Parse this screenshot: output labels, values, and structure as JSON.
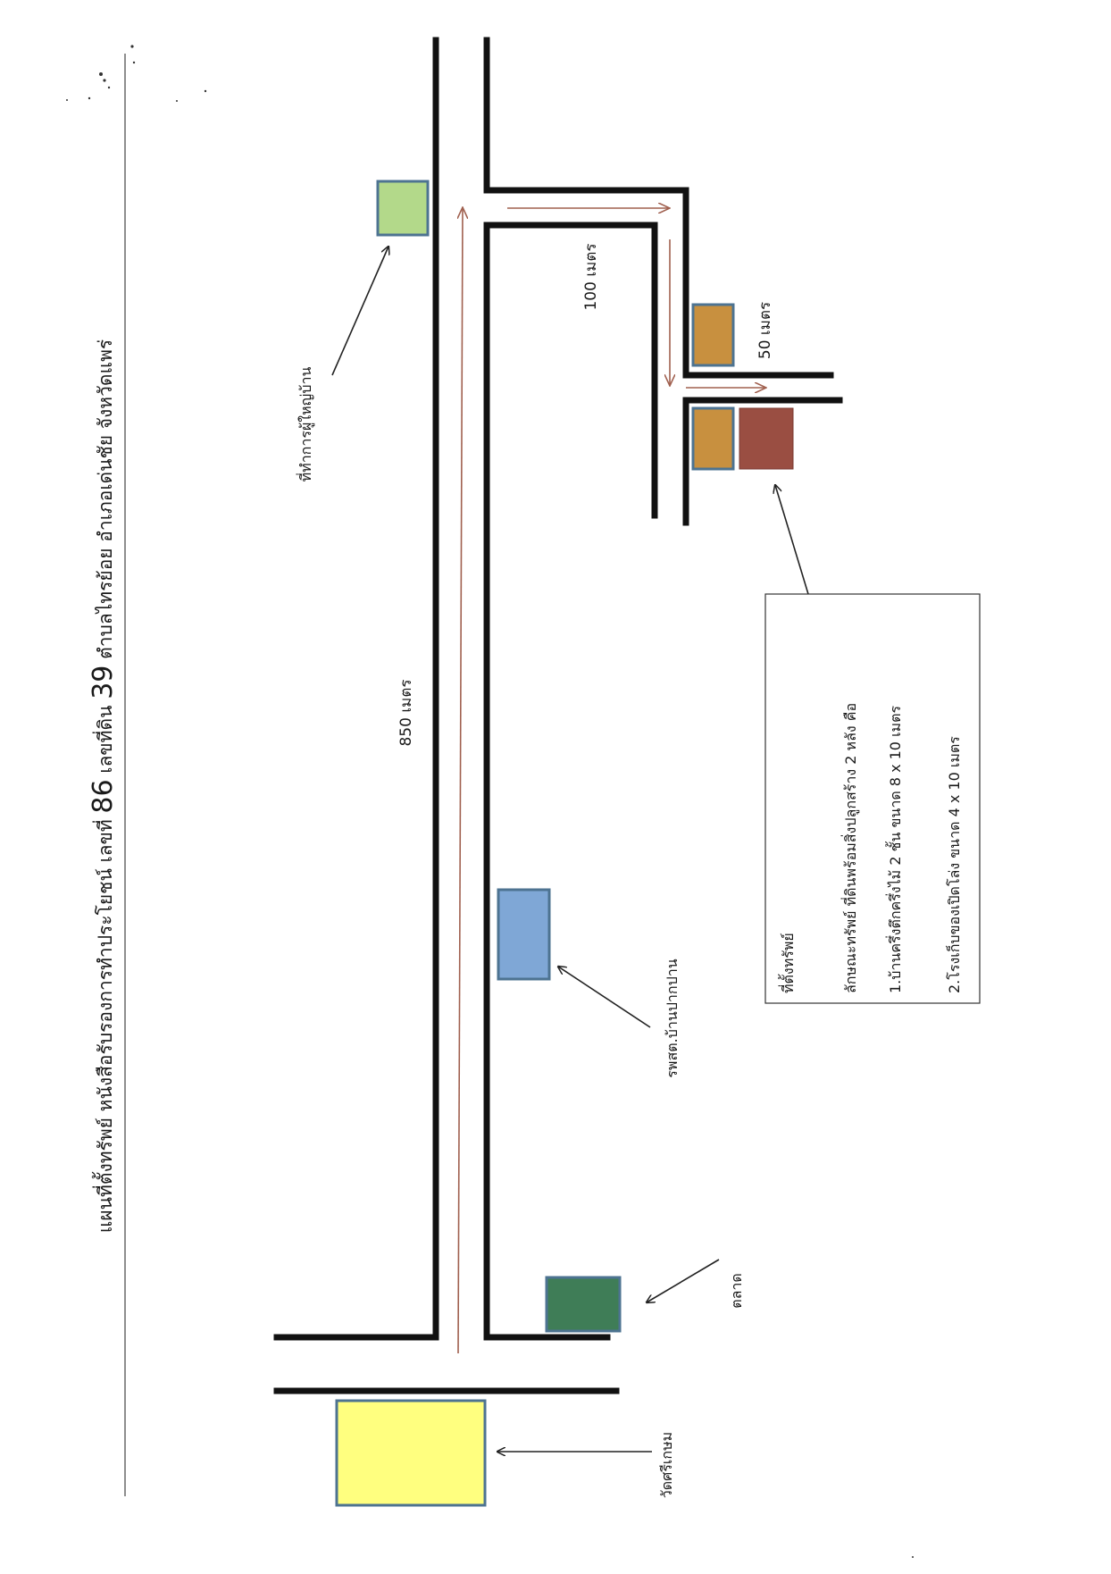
{
  "title": {
    "part1": "แผนที่ตั้งทรัพย์  หนังสือรับรองการทำประโยชน์  เลขที่",
    "doc_no": "86",
    "part2": "เลขที่ดิน",
    "land_no": "39",
    "part3": "ตำบลไทรย้อย  อำเภอเด่นชัย  จังหวัดแพร่"
  },
  "distances": {
    "main_road": "850 เมตร",
    "branch": "100 เมตร",
    "lane": "50 เมตร"
  },
  "landmarks": {
    "headman_office": "ที่ทำการผู้ใหญ่บ้าน",
    "health_station": "รพสต.บ้านปากปาน",
    "market": "ตลาด",
    "temple": "วัดศรีเกษม"
  },
  "legend": {
    "heading": "ที่ตั้งทรัพย์",
    "line1": "ลักษณะทรัพย์  ที่ดินพร้อมสิ่งปลูกสร้าง 2 หลัง  คือ",
    "line2": "1.บ้านครึ่งตึกครึ่งไม้  2 ชั้น  ขนาด  8 x 10 เมตร",
    "line3": "2.โรงเก็บของเปิดโล่ง  ขนาด   4 x 10 เมตร"
  },
  "colors": {
    "headman_office": "#b3d98a",
    "health_station": "#7fa7d6",
    "market": "#3f7d57",
    "temple": "#ffff7f",
    "house": "#c8903f",
    "property_house": "#c8903f",
    "property_shed": "#9a4e42",
    "route_arrow": "#a0604f"
  }
}
